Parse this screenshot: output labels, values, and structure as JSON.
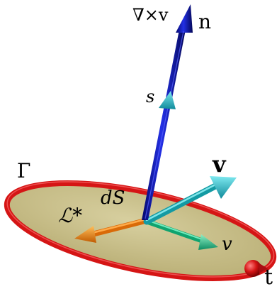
{
  "labels": {
    "curl": "∇×v",
    "normal": "n",
    "s": "s",
    "gamma": "Γ",
    "v_bold": "v",
    "dS": "dS",
    "L_star": "ℒ*",
    "v_italic": "v",
    "t": "t"
  },
  "colors": {
    "surface_fill": "#c9bf8c",
    "boundary": "#d51515",
    "normal_arrow": "#0a12a8",
    "s_arrow": "#28b7d8",
    "v_arrow": "#22b6b9",
    "v_small_arrow": "#1fc48a",
    "L_arrow": "#ee7d12",
    "t_ball": "#c40d15"
  }
}
